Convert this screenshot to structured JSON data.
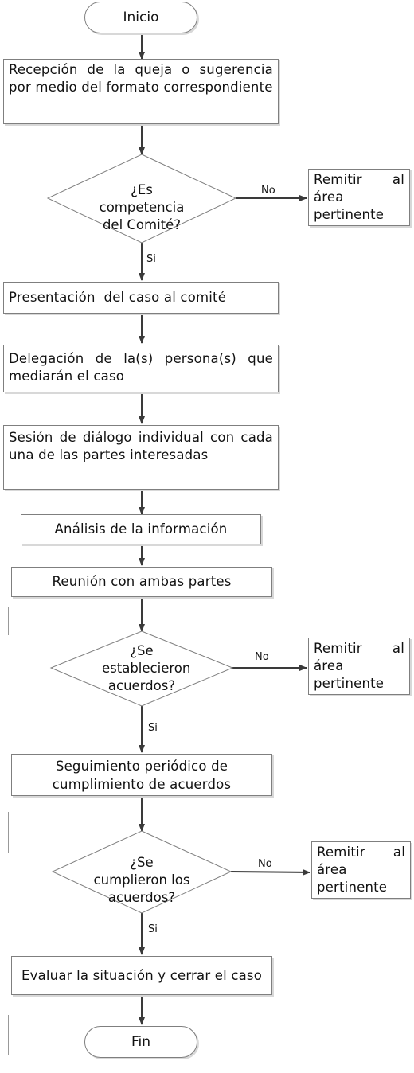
{
  "flowchart": {
    "start": "Inicio",
    "step_reception": "Recepción de la queja o sugerencia por medio del formato correspondiente",
    "decision_competence": "¿Es competencia del Comité?",
    "remit_1": "Remitir al área pertinente",
    "step_presentation": "Presentación  del caso al comité",
    "step_delegation": "Delegación de la(s) persona(s) que mediarán el caso",
    "step_dialogue": "Sesión de diálogo individual con cada una de las partes interesadas",
    "step_analysis": "Análisis de la información",
    "step_meeting": "Reunión con ambas partes",
    "decision_agreements": "¿Se establecieron acuerdos?",
    "remit_2": "Remitir al área pertinente",
    "step_followup": "Seguimiento periódico de cumplimiento de acuerdos",
    "decision_fulfilled": "¿Se cumplieron los acuerdos?",
    "remit_3": "Remitir al área pertinente",
    "step_evaluate": "Evaluar la situación y cerrar el caso",
    "end": "Fin",
    "yes_label": "Si",
    "no_label": "No"
  }
}
